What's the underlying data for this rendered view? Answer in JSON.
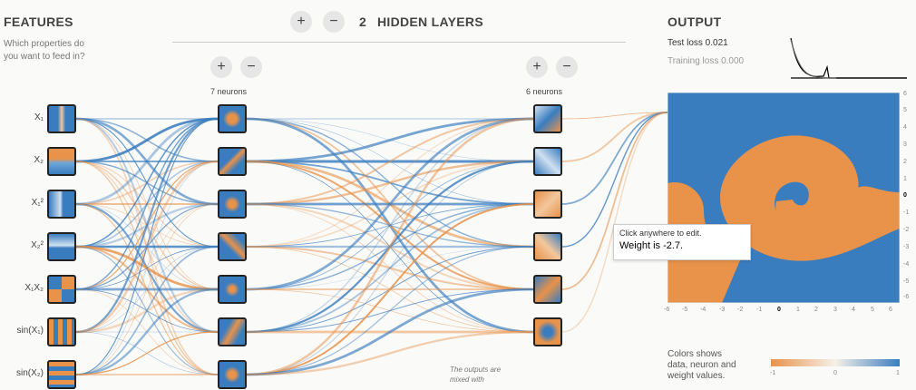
{
  "features": {
    "title": "FEATURES",
    "subtitle_line1": "Which properties do",
    "subtitle_line2": "you want to feed in?",
    "items": [
      {
        "label": "X₁"
      },
      {
        "label": "X₂"
      },
      {
        "label": "X₁²"
      },
      {
        "label": "X₂²"
      },
      {
        "label": "X₁X₂"
      },
      {
        "label": "sin(X₁)"
      },
      {
        "label": "sin(X₂)"
      }
    ]
  },
  "hidden": {
    "count": "2",
    "title": "HIDDEN LAYERS",
    "plus": "+",
    "minus": "−",
    "layer1_label": "7 neurons",
    "layer2_label": "6 neurons"
  },
  "output": {
    "title": "OUTPUT",
    "test_loss": "Test loss 0.021",
    "training_loss": "Training loss 0.000"
  },
  "tooltip": {
    "line1": "Click anywhere to edit.",
    "line2": "Weight is -2.7."
  },
  "legend": {
    "text_line1": "Colors shows",
    "text_line2": "data, neuron and",
    "text_line3": "weight values.",
    "ticks": [
      "-1",
      "0",
      "1"
    ]
  },
  "note": {
    "line1": "The outputs are",
    "line2": "mixed with"
  },
  "axis": {
    "ticks": [
      "-6",
      "-5",
      "-4",
      "-3",
      "-2",
      "-1",
      "0",
      "1",
      "2",
      "3",
      "4",
      "5",
      "6"
    ]
  },
  "colors": {
    "positive": "#3a7dbf",
    "negative": "#e8924a",
    "neutral": "#f0efe9"
  }
}
